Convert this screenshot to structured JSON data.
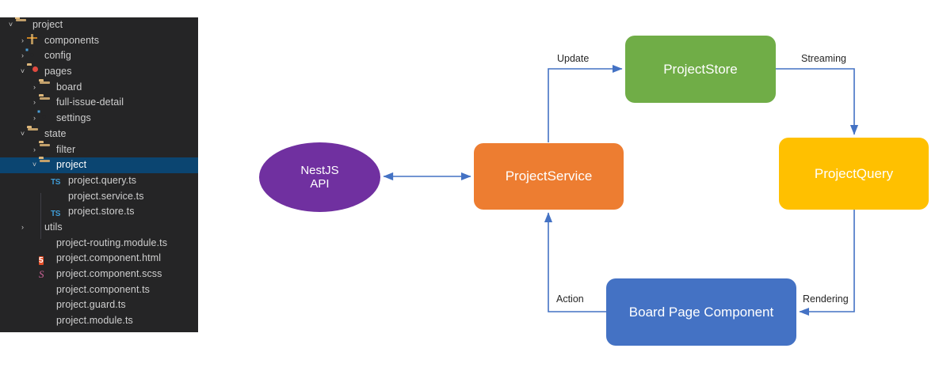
{
  "explorer": {
    "title": "project-explorer",
    "selected_item": "project",
    "items": [
      {
        "label": "project",
        "icon": "folder-icon",
        "twisty": "chevron-down",
        "indent": 0,
        "selected": false
      },
      {
        "label": "components",
        "icon": "package-icon",
        "twisty": "chevron-right",
        "indent": 1,
        "selected": false
      },
      {
        "label": "config",
        "icon": "gear-icon",
        "twisty": "chevron-right",
        "indent": 1,
        "selected": false
      },
      {
        "label": "pages",
        "icon": "pages-folder-icon",
        "twisty": "chevron-down",
        "indent": 1,
        "selected": false
      },
      {
        "label": "board",
        "icon": "folder-icon",
        "twisty": "chevron-right",
        "indent": 2,
        "selected": false
      },
      {
        "label": "full-issue-detail",
        "icon": "folder-icon",
        "twisty": "chevron-right",
        "indent": 2,
        "selected": false
      },
      {
        "label": "settings",
        "icon": "gear-icon",
        "twisty": "chevron-right",
        "indent": 2,
        "selected": false
      },
      {
        "label": "state",
        "icon": "folder-icon",
        "twisty": "chevron-down",
        "indent": 1,
        "selected": false
      },
      {
        "label": "filter",
        "icon": "folder-icon",
        "twisty": "chevron-right",
        "indent": 2,
        "selected": false
      },
      {
        "label": "project",
        "icon": "folder-icon",
        "twisty": "chevron-down",
        "indent": 2,
        "selected": true
      },
      {
        "label": "project.query.ts",
        "icon": "typescript-icon",
        "twisty": "none",
        "indent": 3,
        "selected": false
      },
      {
        "label": "project.service.ts",
        "icon": "angular-blue-icon",
        "twisty": "none",
        "indent": 3,
        "selected": false
      },
      {
        "label": "project.store.ts",
        "icon": "typescript-icon",
        "twisty": "none",
        "indent": 3,
        "selected": false
      },
      {
        "label": "utils",
        "icon": "star-icon",
        "twisty": "chevron-right",
        "indent": 1,
        "selected": false
      },
      {
        "label": "project-routing.module.ts",
        "icon": "angular-magenta-icon",
        "twisty": "none",
        "indent": 2,
        "selected": false
      },
      {
        "label": "project.component.html",
        "icon": "html5-icon",
        "twisty": "none",
        "indent": 2,
        "selected": false
      },
      {
        "label": "project.component.scss",
        "icon": "scss-icon",
        "twisty": "none",
        "indent": 2,
        "selected": false
      },
      {
        "label": "project.component.ts",
        "icon": "angular-red-icon",
        "twisty": "none",
        "indent": 2,
        "selected": false
      },
      {
        "label": "project.guard.ts",
        "icon": "angular-yellow-icon",
        "twisty": "none",
        "indent": 2,
        "selected": false
      },
      {
        "label": "project.module.ts",
        "icon": "angular-magenta-icon",
        "twisty": "none",
        "indent": 2,
        "selected": false
      }
    ],
    "colors": {
      "background": "#252526",
      "selected_row": "#0b4571",
      "text": "#cfcfcf"
    }
  },
  "diagram": {
    "nodes": {
      "api": {
        "label": "NestJS\nAPI",
        "line1": "NestJS",
        "line2": "API",
        "shape": "ellipse",
        "color": "#7030a0"
      },
      "service": {
        "label": "ProjectService",
        "shape": "rounded-rect",
        "color": "#ed7d31"
      },
      "store": {
        "label": "ProjectStore",
        "shape": "rounded-rect",
        "color": "#70ad47"
      },
      "query": {
        "label": "ProjectQuery",
        "shape": "rounded-rect",
        "color": "#ffc000"
      },
      "board": {
        "label": "Board Page Component",
        "shape": "rounded-rect",
        "color": "#4472c4"
      }
    },
    "edges": [
      {
        "from": "api",
        "to": "service",
        "label": "",
        "direction": "bidirectional"
      },
      {
        "from": "service",
        "to": "store",
        "label": "Update",
        "direction": "forward"
      },
      {
        "from": "store",
        "to": "query",
        "label": "Streaming",
        "direction": "forward"
      },
      {
        "from": "query",
        "to": "board",
        "label": "Rendering",
        "direction": "forward"
      },
      {
        "from": "board",
        "to": "service",
        "label": "Action",
        "direction": "forward"
      }
    ],
    "edge_color": "#4472c4",
    "edge_label_color": "#262626"
  }
}
